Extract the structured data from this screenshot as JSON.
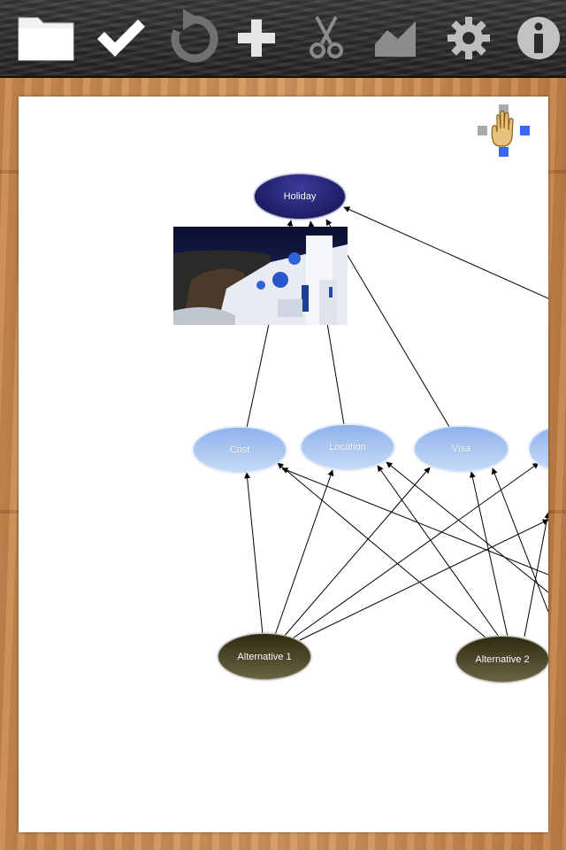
{
  "toolbar": {
    "buttons": [
      {
        "name": "folder-icon",
        "enabled": true
      },
      {
        "name": "checkmark-icon",
        "enabled": true
      },
      {
        "name": "undo-icon",
        "enabled": false
      },
      {
        "name": "plus-icon",
        "enabled": true
      },
      {
        "name": "scissors-icon",
        "enabled": false
      },
      {
        "name": "chart-icon",
        "enabled": false
      },
      {
        "name": "gear-icon",
        "enabled": true
      },
      {
        "name": "info-icon",
        "enabled": true
      }
    ]
  },
  "colors": {
    "goal_fill": "#24246f",
    "criterion_fill": "#a8c6f2",
    "alternative_fill": "#4d4730",
    "nav_selected": "#3a66ff",
    "nav_idle": "#a9a9a9"
  },
  "diagram": {
    "goal": {
      "label": "Holiday"
    },
    "criteria": [
      {
        "label": "Cost"
      },
      {
        "label": "Location"
      },
      {
        "label": "Visa"
      },
      {
        "label": ""
      }
    ],
    "alternatives": [
      {
        "label": "Alternative 1"
      },
      {
        "label": "Alternative 2"
      }
    ]
  }
}
